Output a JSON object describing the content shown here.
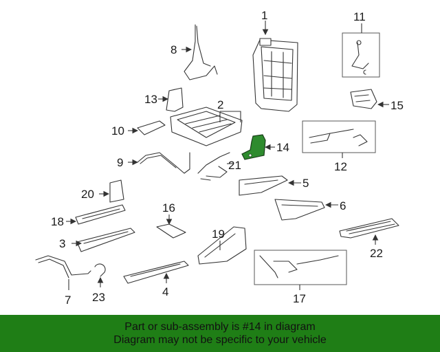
{
  "highlight_color": "#2e8b2e",
  "footer_color": "#1f7e16",
  "footer": {
    "line1": "Part or sub-assembly is #14 in diagram",
    "line2": "Diagram may not be specific to your vehicle"
  },
  "callouts": {
    "c1": "1",
    "c2": "2",
    "c3": "3",
    "c4": "4",
    "c5": "5",
    "c6": "6",
    "c7": "7",
    "c8": "8",
    "c9": "9",
    "c10": "10",
    "c11": "11",
    "c12": "12",
    "c13": "13",
    "c14": "14",
    "c15": "15",
    "c16": "16",
    "c17": "17",
    "c18": "18",
    "c19": "19",
    "c20": "20",
    "c21": "21",
    "c22": "22",
    "c23": "23"
  }
}
